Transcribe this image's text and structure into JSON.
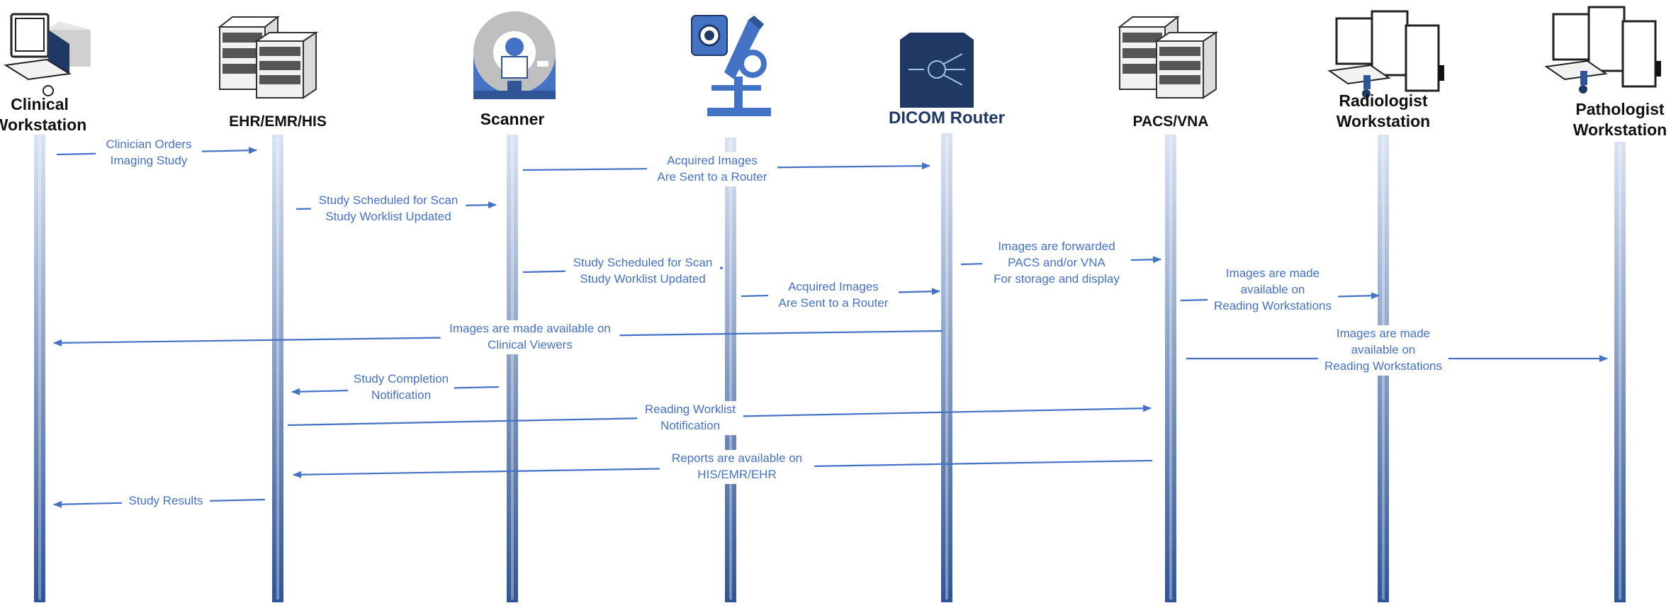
{
  "actors": [
    {
      "id": "clinical",
      "lines": [
        "Clinical",
        "Workstation"
      ],
      "icon": "clinical-workstation-icon"
    },
    {
      "id": "ehr",
      "lines": [
        "EHR/EMR/HIS"
      ],
      "icon": "server-rack-icon"
    },
    {
      "id": "scanner",
      "lines": [
        "Scanner"
      ],
      "icon": "ct-scanner-icon"
    },
    {
      "id": "microscope",
      "lines": [],
      "icon": "microscope-icon"
    },
    {
      "id": "router",
      "lines": [
        "DICOM Router"
      ],
      "icon": "dicom-router-icon"
    },
    {
      "id": "pacs",
      "lines": [
        "PACS/VNA"
      ],
      "icon": "server-rack-icon"
    },
    {
      "id": "radiologist",
      "lines": [
        "Radiologist",
        "Workstation"
      ],
      "icon": "multi-monitor-workstation-icon"
    },
    {
      "id": "pathologist",
      "lines": [
        "Pathologist",
        "Workstation"
      ],
      "icon": "multi-monitor-workstation-icon"
    }
  ],
  "messages": [
    {
      "from": "clinical",
      "to": "ehr",
      "lines": [
        "Clinician Orders",
        "Imaging Study"
      ]
    },
    {
      "from": "scanner",
      "to": "router",
      "lines": [
        "Acquired Images",
        "Are Sent to a Router"
      ]
    },
    {
      "from": "ehr",
      "to": "scanner",
      "lines": [
        "Study Scheduled for Scan",
        "Study Worklist Updated"
      ]
    },
    {
      "from": "scanner",
      "to": "microscope",
      "lines": [
        "Study Scheduled for Scan",
        "Study Worklist Updated"
      ]
    },
    {
      "from": "router",
      "to": "pacs",
      "lines": [
        "Images are forwarded",
        "PACS and/or VNA",
        "For storage and display"
      ]
    },
    {
      "from": "microscope",
      "to": "router",
      "lines": [
        "Acquired Images",
        "Are Sent to a Router"
      ]
    },
    {
      "from": "pacs",
      "to": "radiologist",
      "lines": [
        "Images are made",
        "available on",
        "Reading Workstations"
      ]
    },
    {
      "from": "router",
      "to": "clinical",
      "lines": [
        "Images are made available on",
        "Clinical Viewers"
      ]
    },
    {
      "from": "pacs",
      "to": "pathologist",
      "lines": [
        "Images are made",
        "available on",
        "Reading Workstations"
      ]
    },
    {
      "from": "scanner",
      "to": "ehr",
      "lines": [
        "Study Completion",
        "Notification"
      ]
    },
    {
      "from": "ehr",
      "to": "pacs",
      "lines": [
        "Reading Worklist",
        "Notification"
      ]
    },
    {
      "from": "pacs",
      "to": "ehr",
      "lines": [
        "Reports are available on",
        "HIS/EMR/EHR"
      ]
    },
    {
      "from": "ehr",
      "to": "clinical",
      "lines": [
        "Study Results"
      ]
    }
  ],
  "colors": {
    "arrow": "#4472c4",
    "lifeline_dark": "#2f5597",
    "lifeline_light": "#dae3f3",
    "router_label": "#1f3864"
  }
}
